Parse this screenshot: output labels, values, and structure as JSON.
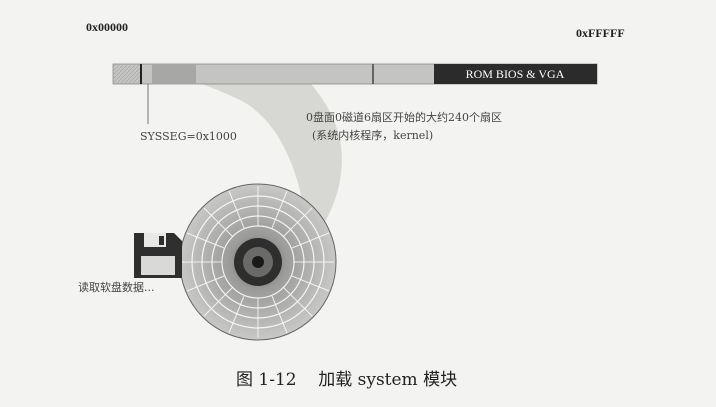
{
  "memory": {
    "start_address": "0x00000",
    "end_address": "0xFFFFF",
    "rom_bios_label": "ROM BIOS & VGA",
    "sysseg_label": "SYSSEG=0x1000"
  },
  "annotation": {
    "line1": "0盘面0磁道6扇区开始的大约240个扇区",
    "line2": "(系统内核程序，kernel)"
  },
  "floppy": {
    "label": "读取软盘数据..."
  },
  "caption": {
    "text": "图 1-12    加载 system 模块"
  },
  "colors": {
    "memory_bar": "#c4c4c2",
    "system_block": "#a7a7a5",
    "rom_block": "#2b2b2b",
    "beam": "#cdcdca"
  }
}
